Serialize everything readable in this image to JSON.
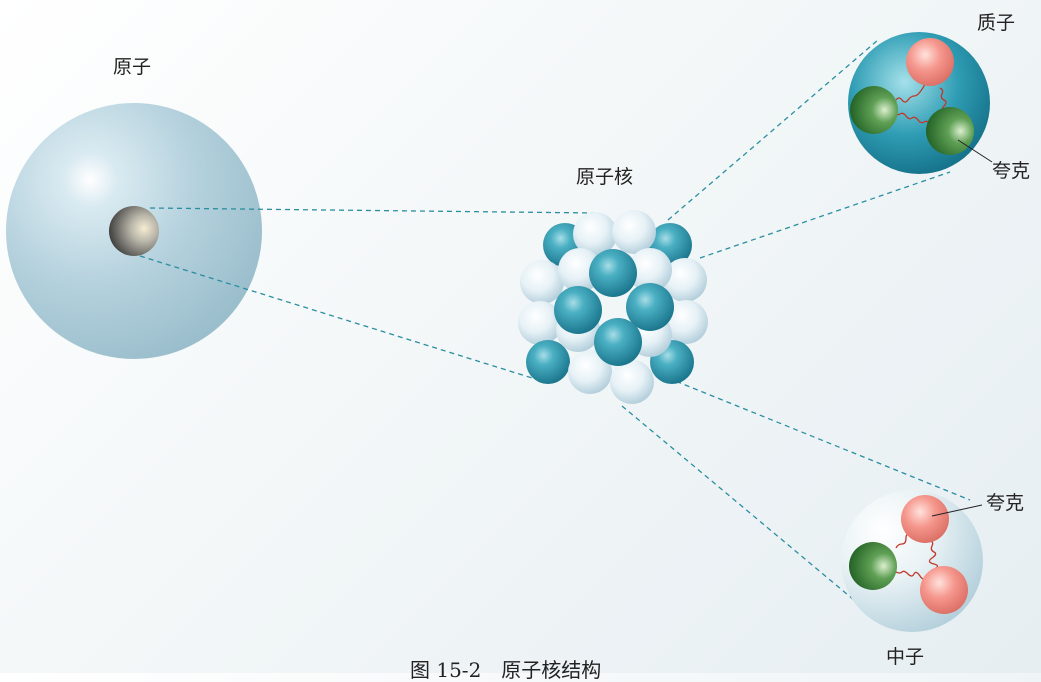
{
  "labels": {
    "atom": "原子",
    "nucleus": "原子核",
    "proton": "质子",
    "neutron": "中子",
    "quark_proton": "夸克",
    "quark_neutron": "夸克"
  },
  "caption": "图 15-2　原子核结构",
  "colors": {
    "atom_shell": "#a8c9d6",
    "nucleon_teal": "#1f8fa6",
    "nucleon_white": "#e6f1f6",
    "quark_red": "#f2867c",
    "quark_green": "#3f8a3c",
    "dashed_line": "#2a8ea0",
    "gluon": "#c0392b"
  }
}
